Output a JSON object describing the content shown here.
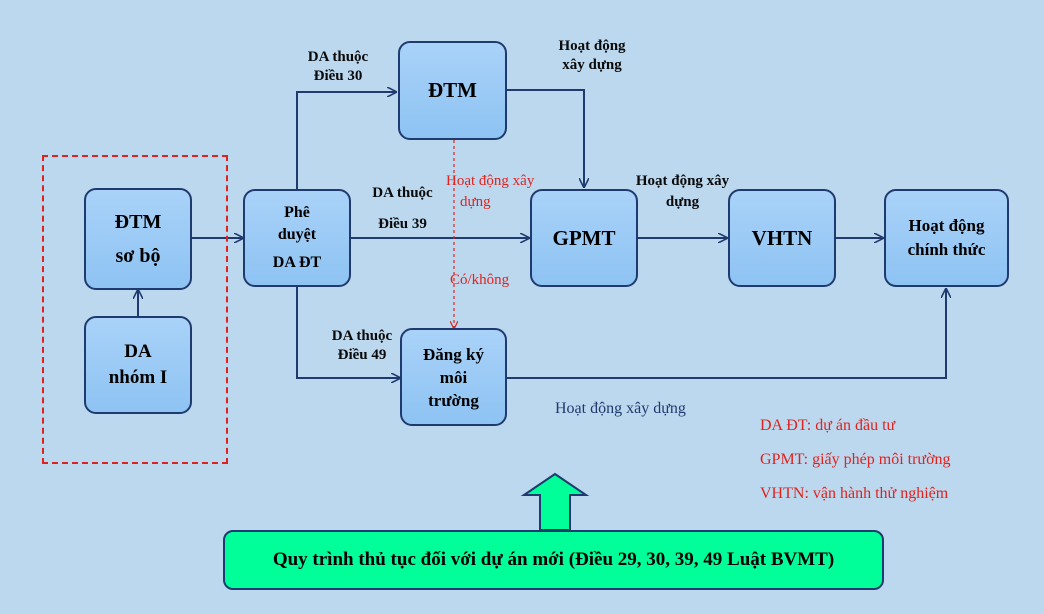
{
  "nodes": {
    "dtm_so_bo": {
      "line1": "ĐTM",
      "line2": "sơ bộ"
    },
    "da_nhom_1": {
      "line1": "DA",
      "line2": "nhóm I"
    },
    "phe_duyet": {
      "line1": "Phê",
      "line2": "duyệt",
      "line3": "DA ĐT"
    },
    "dtm": {
      "label": "ĐTM"
    },
    "gpmt": {
      "label": "GPMT"
    },
    "vhtn": {
      "label": "VHTN"
    },
    "hoat_dong_chinh_thuc": {
      "line1": "Hoạt động",
      "line2": "chính thức"
    },
    "dang_ky_moi_truong": {
      "line1": "Đăng ký",
      "line2": "môi",
      "line3": "trường"
    }
  },
  "labels": {
    "da_thuoc_dieu_30": {
      "line1": "DA thuộc",
      "line2": "Điều 30"
    },
    "da_thuoc_dieu_39": {
      "line1": "DA thuộc",
      "line2": "Điều 39"
    },
    "da_thuoc_dieu_49": {
      "line1": "DA thuộc",
      "line2": "Điều 49"
    },
    "hoat_dong_xay_dung_top": {
      "line1": "Hoạt động",
      "line2": "xây dựng"
    },
    "hoat_dong_xay_dung_red": {
      "line1": "Hoạt động xây",
      "line2": "dựng"
    },
    "hoat_dong_xay_dung_gpmt": {
      "line1": "Hoạt động xây",
      "line2": "dựng"
    },
    "co_khong": "Có/không",
    "hoat_dong_xay_dung_bottom": "Hoạt động xây dựng"
  },
  "legend": [
    "DA ĐT: dự án đầu tư",
    "GPMT: giấy phép môi trường",
    "VHTN: vận hành thử nghiệm"
  ],
  "caption": "Quy trình thủ tục đối với dự án mới (Điều 29, 30, 39, 49 Luật BVMT)",
  "colors": {
    "background": "#bcd8ef",
    "box_fill": "#9ccbf5",
    "box_border": "#1f3a6e",
    "connector": "#1f3a6e",
    "red": "#e0221e",
    "caption_fill": "#00ff99",
    "up_arrow_fill": "#00ff99"
  }
}
